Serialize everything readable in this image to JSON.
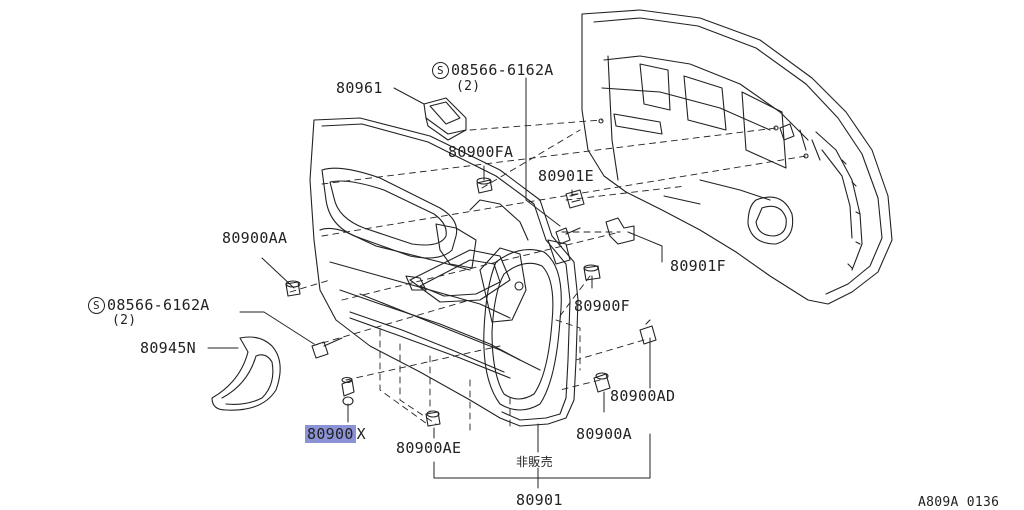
{
  "parts": {
    "p80961": "80961",
    "p08566_top": "08566-6162A",
    "p08566_top_qty": "(2)",
    "p80900FA": "80900FA",
    "p80901E": "80901E",
    "p80900AA": "80900AA",
    "p80901F": "80901F",
    "p80900F": "80900F",
    "p08566_left": "08566-6162A",
    "p08566_left_qty": "(2)",
    "p80945N": "80945N",
    "p80900AD": "80900AD",
    "p80900X_main": "80900",
    "p80900X_suffix": "X",
    "p80900A": "80900A",
    "p80900AE": "80900AE",
    "not_for_sale": "非販売",
    "p80901": "80901"
  },
  "symbol_s": "S",
  "diagram_code": "A809A 0136",
  "colors": {
    "highlight": "#8b93d6",
    "line": "#222222"
  }
}
